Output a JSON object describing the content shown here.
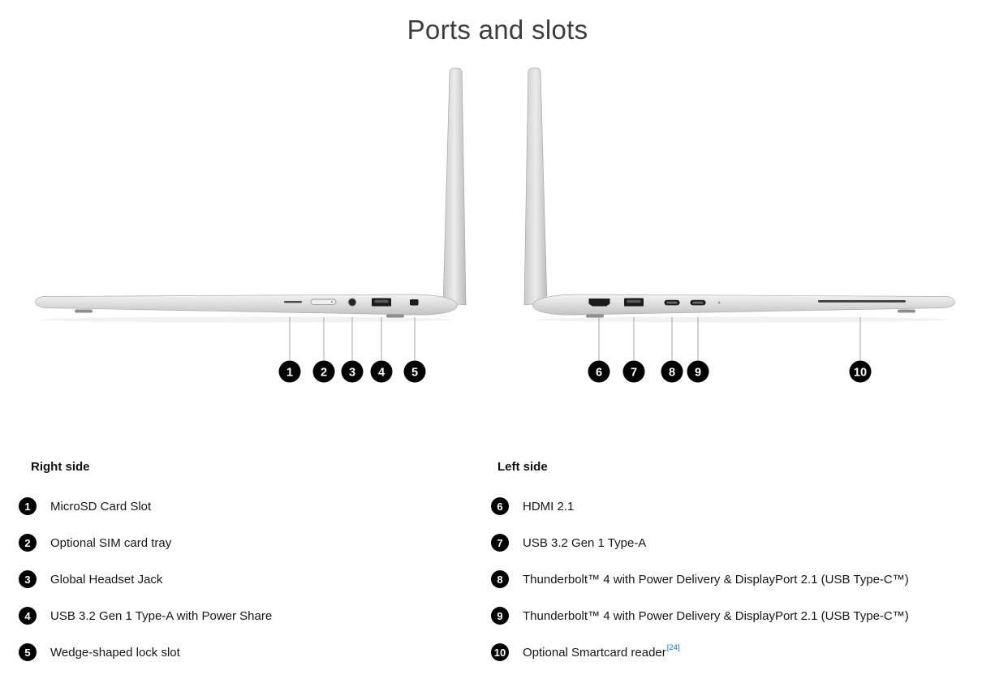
{
  "page": {
    "title": "Ports and slots"
  },
  "diagram": {
    "right_view": {
      "name": "Laptop right side view",
      "callouts": [
        "1",
        "2",
        "3",
        "4",
        "5"
      ]
    },
    "left_view": {
      "name": "Laptop left side view",
      "callouts": [
        "6",
        "7",
        "8",
        "9",
        "10"
      ]
    }
  },
  "legend": {
    "right_side": {
      "heading": "Right side",
      "items": [
        {
          "num": "1",
          "label": "MicroSD Card Slot"
        },
        {
          "num": "2",
          "label": "Optional SIM card tray"
        },
        {
          "num": "3",
          "label": "Global Headset Jack"
        },
        {
          "num": "4",
          "label": "USB 3.2 Gen 1 Type-A with Power Share"
        },
        {
          "num": "5",
          "label": "Wedge-shaped lock slot"
        }
      ]
    },
    "left_side": {
      "heading": "Left side",
      "items": [
        {
          "num": "6",
          "label": "HDMI 2.1"
        },
        {
          "num": "7",
          "label": "USB 3.2 Gen 1 Type-A"
        },
        {
          "num": "8",
          "label": "Thunderbolt™ 4 with Power Delivery & DisplayPort 2.1 (USB Type-C™)"
        },
        {
          "num": "9",
          "label": "Thunderbolt™ 4 with Power Delivery & DisplayPort 2.1 (USB Type-C™)"
        },
        {
          "num": "10",
          "label": "Optional Smartcard reader",
          "footnote": "[24]"
        }
      ]
    }
  },
  "colors": {
    "callout_bg": "#000000",
    "callout_text": "#ffffff",
    "footnote_link": "#0672cb",
    "title": "#3d3d3d",
    "laptop_silver": "#d9d9d9"
  }
}
